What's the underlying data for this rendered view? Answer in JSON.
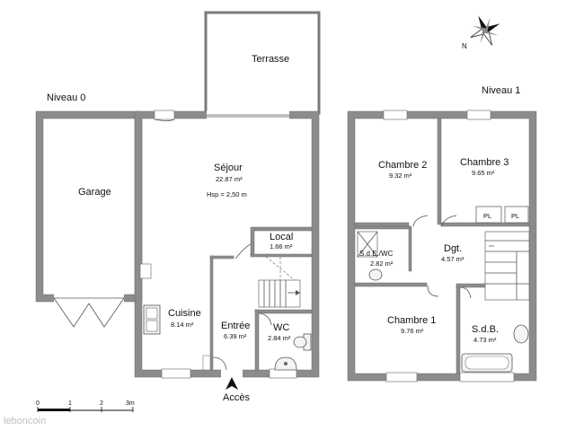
{
  "levels": {
    "ground": "Niveau 0",
    "upper": "Niveau 1"
  },
  "rooms": {
    "terrasse": {
      "name": "Terrasse"
    },
    "garage": {
      "name": "Garage"
    },
    "sejour": {
      "name": "Séjour",
      "area": "22.87 m²",
      "height": "Hsp =  2,50 m"
    },
    "local": {
      "name": "Local",
      "area": "1.66  m²"
    },
    "cuisine": {
      "name": "Cuisine",
      "area": "8.14 m²"
    },
    "entree": {
      "name": "Entrée",
      "area": "6.39 m²"
    },
    "wc": {
      "name": "WC",
      "area": "2.84 m²"
    },
    "chambre2": {
      "name": "Chambre 2",
      "area": "9.32 m²"
    },
    "chambre3": {
      "name": "Chambre 3",
      "area": "9.65 m²"
    },
    "sde": {
      "name": "S.d.E./WC",
      "area": "2.82 m²"
    },
    "dgt": {
      "name": "Dgt.",
      "area": "4.57 m²"
    },
    "chambre1": {
      "name": "Chambre 1",
      "area": "9.76 m²"
    },
    "sdb": {
      "name": "S.d.B.",
      "area": "4.73 m²"
    }
  },
  "placards": [
    "PL",
    "PL"
  ],
  "access": "Accès",
  "scale": {
    "ticks": [
      "0",
      "1",
      "2",
      "3m"
    ]
  },
  "compass": {
    "north": "N"
  },
  "watermark": "leboncoin",
  "colors": {
    "wall": "#8c8c8c",
    "text": "#111111",
    "watermark": "#bfbfbf"
  }
}
